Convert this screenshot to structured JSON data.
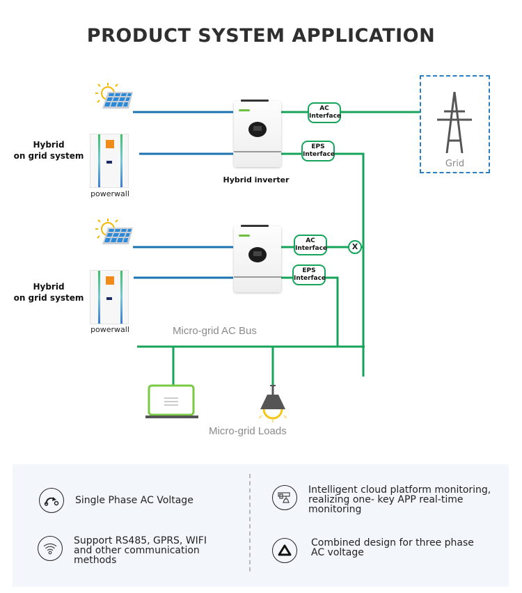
{
  "page": {
    "title": "PRODUCT SYSTEM APPLICATION"
  },
  "diagram": {
    "systems": [
      {
        "label_line1": "Hybrid",
        "label_line2": "on grid system",
        "battery_label": "powerwall",
        "inverter_label": "Hybrid inverter",
        "interfaces": [
          "AC\nInterface",
          "EPS\nInterface"
        ]
      },
      {
        "label_line1": "Hybrid",
        "label_line2": "on grid system",
        "battery_label": "powerwall",
        "interfaces": [
          "AC\nInterface",
          "EPS\nInterface"
        ],
        "switch_label": "X"
      }
    ],
    "iface_ac_line1": "AC",
    "iface_eps_line1": "EPS",
    "iface_line2": "Interface",
    "grid_label": "Grid",
    "ac_bus_label": "Micro-grid AC Bus",
    "loads_label": "Micro-grid Loads",
    "colors": {
      "dc_line": "#1a72b0",
      "ac_line": "#16a35a",
      "grid_border": "#2a7fc4",
      "laptop_frame": "#7ac943",
      "lamp_light": "#f5c518"
    }
  },
  "features": {
    "left": [
      {
        "icon": "phase-curve-icon",
        "text": "Single Phase AC Voltage"
      },
      {
        "icon": "wifi-icon",
        "text_lines": [
          "Support RS485, GPRS, WIFI",
          "and other communication",
          "methods"
        ]
      }
    ],
    "right": [
      {
        "icon": "cloud-monitor-icon",
        "text_lines": [
          "Intelligent cloud platform monitoring,",
          "realizing one- key APP real-time",
          "monitoring"
        ]
      },
      {
        "icon": "three-phase-triangle-icon",
        "text_lines": [
          "Combined design for three phase",
          "AC voltage"
        ]
      }
    ]
  }
}
